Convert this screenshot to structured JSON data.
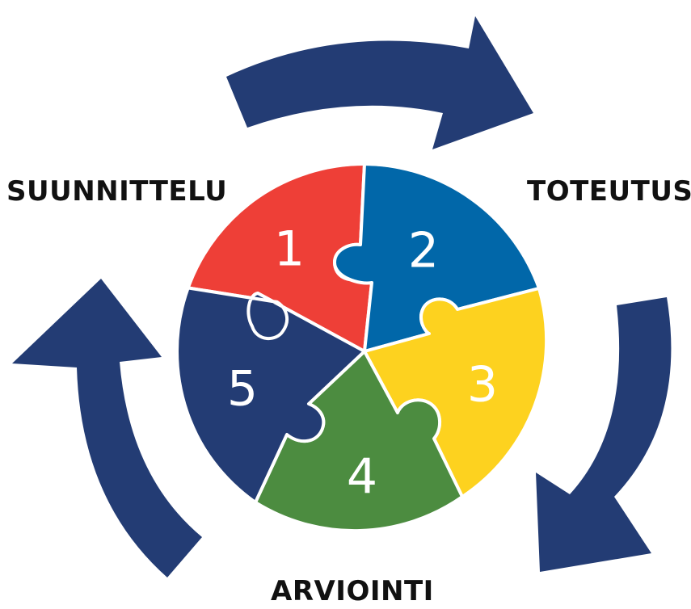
{
  "labels": {
    "planning": "SUUNNITTELU",
    "implementation": "TOTEUTUS",
    "evaluation": "ARVIOINTI"
  },
  "pieces": [
    {
      "number": "1",
      "color": "#ee3f37"
    },
    {
      "number": "2",
      "color": "#0167a9"
    },
    {
      "number": "3",
      "color": "#fdd21f"
    },
    {
      "number": "4",
      "color": "#4c8c40"
    },
    {
      "number": "5",
      "color": "#233c74"
    }
  ],
  "colors": {
    "arrow": "#233c74",
    "piece_border": "#ffffff",
    "label_text": "#111111"
  }
}
